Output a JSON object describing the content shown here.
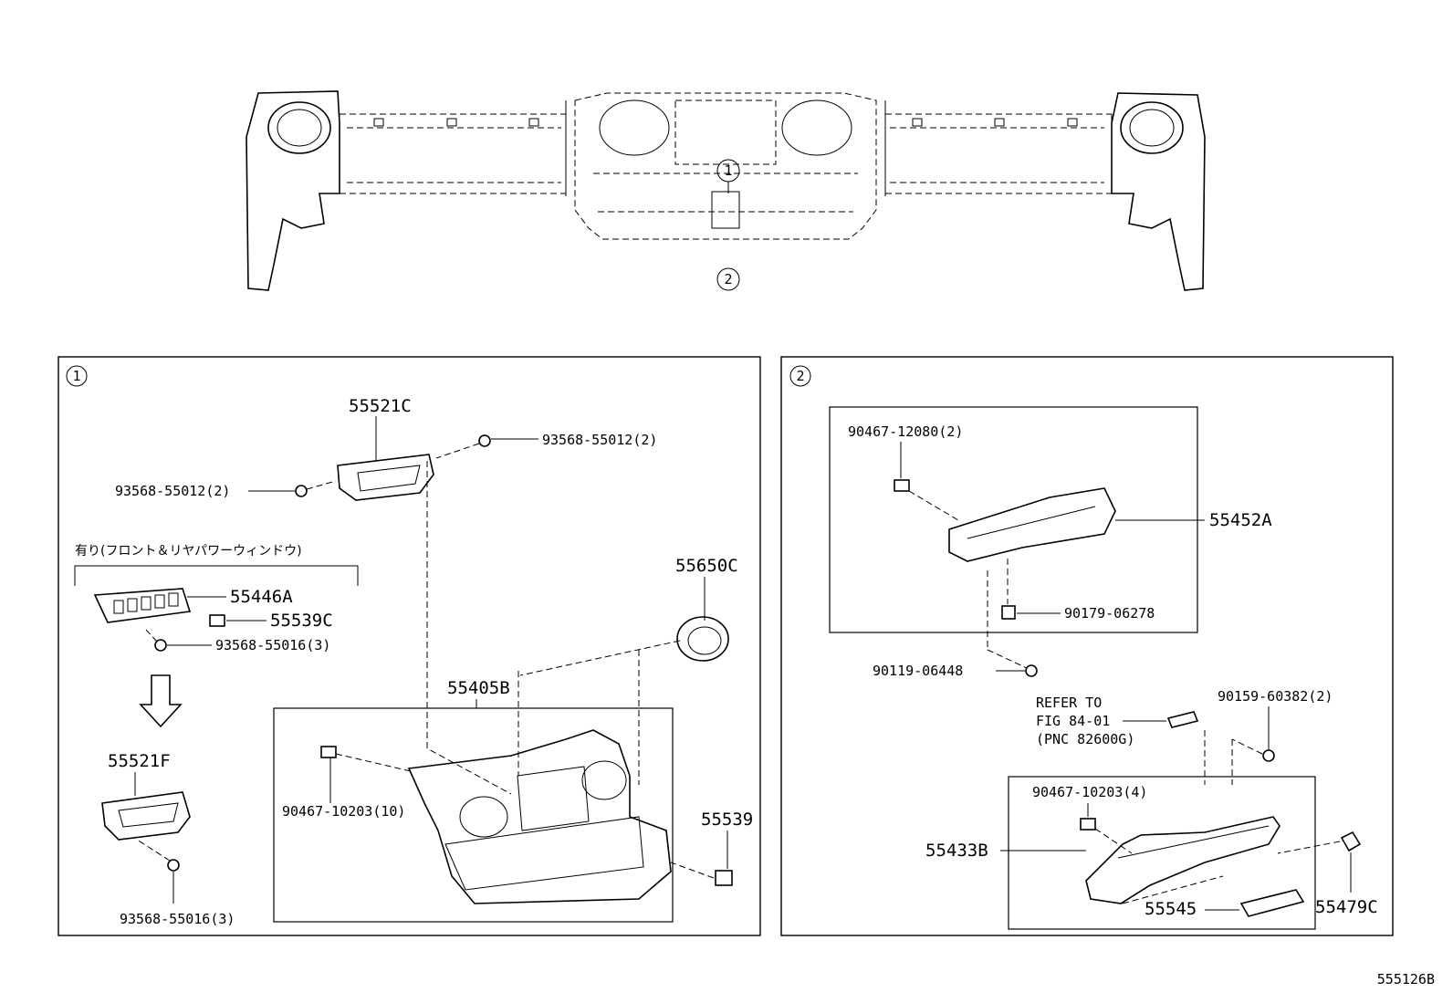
{
  "figure_code": "555126B",
  "refs": {
    "ref1": "1",
    "ref2": "2"
  },
  "panel1": {
    "ref": "1",
    "option_note": "有り(フロント＆リヤパワーウィンドウ)",
    "parts": {
      "p55521C": "55521C",
      "p93568_55012_right": "93568-55012(2)",
      "p93568_55012_left": "93568-55012(2)",
      "p55446A": "55446A",
      "p55539C": "55539C",
      "p93568_55016_top": "93568-55016(3)",
      "p55521F": "55521F",
      "p93568_55016_bottom": "93568-55016(3)",
      "p55650C": "55650C",
      "p55405B": "55405B",
      "p90467_10203": "90467-10203(10)",
      "p55539": "55539"
    }
  },
  "panel2": {
    "ref": "2",
    "parts": {
      "p90467_12080": "90467-12080(2)",
      "p55452A": "55452A",
      "p90179_06278": "90179-06278",
      "p90119_06448": "90119-06448",
      "refer_line1": "REFER TO",
      "refer_line2": "FIG 84-01",
      "refer_line3": "(PNC 82600G)",
      "p90159_60382": "90159-60382(2)",
      "p90467_10203": "90467-10203(4)",
      "p55433B": "55433B",
      "p55545": "55545",
      "p55479C": "55479C"
    }
  }
}
